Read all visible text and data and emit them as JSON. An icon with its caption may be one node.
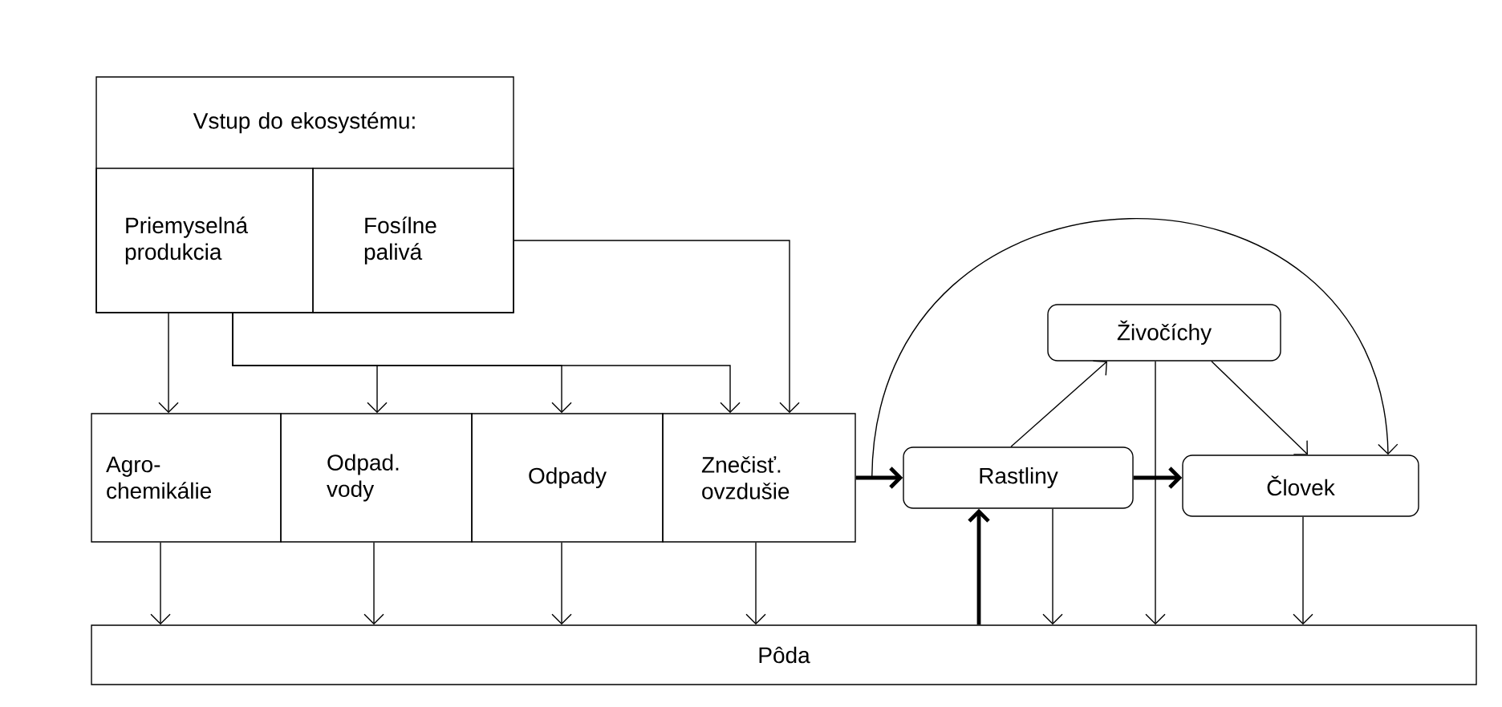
{
  "diagram": {
    "nodes": [
      {
        "text": [
          "Vstup do ekosystému:"
        ]
      },
      {
        "text": [
          "Priemyselná produkcia"
        ],
        "in": 0
      },
      {
        "text": [
          "Fosílne palivá"
        ],
        "in": 0
      },
      {
        "text": [
          "Agro-chemikálie"
        ]
      },
      {
        "text": [
          "Odpad. vody"
        ]
      },
      {
        "text": [
          "Odpady"
        ]
      },
      {
        "text": [
          "Znečisť. ovzdušie"
        ]
      },
      {
        "text": [
          "Pôda"
        ]
      },
      {
        "text": [
          "Rastliny"
        ]
      },
      {
        "text": [
          "Živočíchy"
        ]
      },
      {
        "text": [
          "Človek"
        ]
      }
    ],
    "edges": [
      {
        "from": 1,
        "to": 3,
        "arrow": "to"
      },
      {
        "from": 1,
        "to": 4,
        "arrow": "to"
      },
      {
        "from": 1,
        "to": 5,
        "arrow": "to"
      },
      {
        "from": 1,
        "to": 6,
        "arrow": "to"
      },
      {
        "from": 2,
        "to": 6,
        "arrow": "to"
      },
      {
        "from": 3,
        "to": 7,
        "arrow": "to"
      },
      {
        "from": 4,
        "to": 7,
        "arrow": "to"
      },
      {
        "from": 5,
        "to": 7,
        "arrow": "to"
      },
      {
        "from": 6,
        "to": 7,
        "arrow": "to"
      },
      {
        "from": 6,
        "to": 8,
        "arrow": "to",
        "style": "thick"
      },
      {
        "from": 6,
        "to": 10,
        "arrow": "to"
      },
      {
        "from": 8,
        "to": 9,
        "arrow": "to"
      },
      {
        "from": 9,
        "to": 10,
        "arrow": "to"
      },
      {
        "from": 8,
        "to": 10,
        "arrow": "to",
        "style": "thick"
      },
      {
        "from": 7,
        "to": 8,
        "arrow": "to",
        "style": "thick"
      },
      {
        "from": 8,
        "to": 7,
        "arrow": "to"
      },
      {
        "from": 9,
        "to": 7,
        "arrow": "to"
      },
      {
        "from": 10,
        "to": 7,
        "arrow": "to"
      }
    ]
  }
}
